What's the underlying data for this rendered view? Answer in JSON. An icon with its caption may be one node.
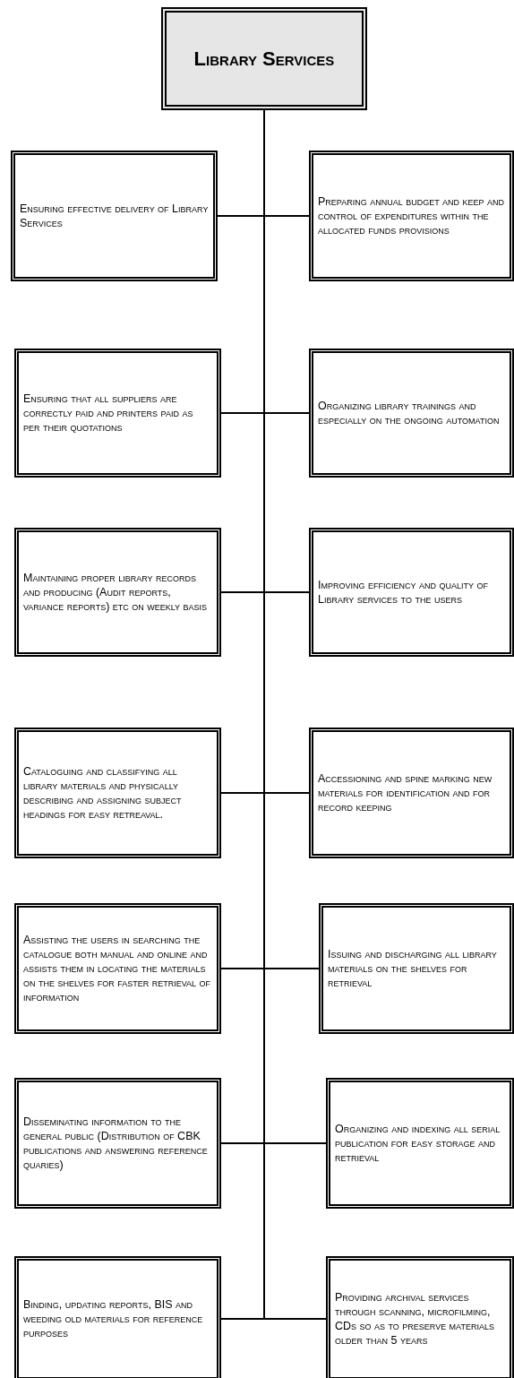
{
  "diagram": {
    "nodes": [
      {
        "text": [
          "Library Services"
        ]
      },
      {
        "text": [
          "Ensuring effective delivery of Library Services"
        ]
      },
      {
        "text": [
          "Preparing annual budget and keep and control of expenditures within the allocated funds provisions"
        ]
      },
      {
        "text": [
          "Ensuring that all suppliers are correctly paid and printers paid as per their quotations"
        ]
      },
      {
        "text": [
          "Organizing library trainings and especially on the ongoing automation"
        ]
      },
      {
        "text": [
          "Maintaining proper library records and producing (Audit reports, variance reports) etc on weekly basis"
        ]
      },
      {
        "text": [
          "Improving efficiency and quality of Library services to the users"
        ]
      },
      {
        "text": [
          "Cataloguing and classifying all library materials and physically describing and assigning subject headings for easy retreaval."
        ]
      },
      {
        "text": [
          "Accessioning and spine marking new materials for identification and for record keeping"
        ]
      },
      {
        "text": [
          "Assisting the users in searching the catalogue both manual and online and assists them in locating the materials on the shelves for faster retrieval of information"
        ]
      },
      {
        "text": [
          "Issuing and discharging all library materials on the shelves for retrieval"
        ]
      },
      {
        "text": [
          "Disseminating information to the general public (Distribution of CBK publications and answering reference quaries)"
        ]
      },
      {
        "text": [
          "Organizing and indexing all serial publication for easy storage and retrieval"
        ]
      },
      {
        "text": [
          "Binding, updating reports, BIS and weeding old materials for reference purposes"
        ]
      },
      {
        "text": [
          "Providing archival services through scanning, microfilming, CDs so as to preserve materials older than 5 years"
        ]
      }
    ],
    "edges": [
      {
        "from": 0,
        "to": 1,
        "arrow": "none"
      },
      {
        "from": 0,
        "to": 2,
        "arrow": "none"
      },
      {
        "from": 0,
        "to": 3,
        "arrow": "none"
      },
      {
        "from": 0,
        "to": 4,
        "arrow": "none"
      },
      {
        "from": 0,
        "to": 5,
        "arrow": "none"
      },
      {
        "from": 0,
        "to": 6,
        "arrow": "none"
      },
      {
        "from": 0,
        "to": 7,
        "arrow": "none"
      },
      {
        "from": 0,
        "to": 8,
        "arrow": "none"
      },
      {
        "from": 0,
        "to": 9,
        "arrow": "none"
      },
      {
        "from": 0,
        "to": 10,
        "arrow": "none"
      },
      {
        "from": 0,
        "to": 11,
        "arrow": "none"
      },
      {
        "from": 0,
        "to": 12,
        "arrow": "none"
      },
      {
        "from": 0,
        "to": 13,
        "arrow": "none"
      },
      {
        "from": 0,
        "to": 14,
        "arrow": "none"
      }
    ]
  }
}
